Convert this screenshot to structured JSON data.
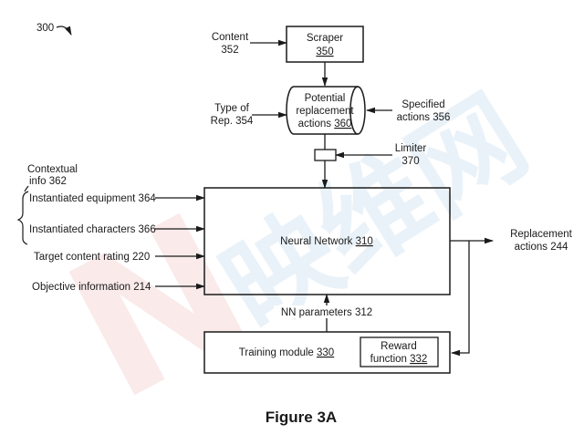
{
  "figure": {
    "reference_number": "300",
    "caption": "Figure 3A",
    "watermark": {
      "latin": "N",
      "cjk": "映维网",
      "colors": {
        "primary": "#3a86c8",
        "secondary": "#d83a3a"
      }
    }
  },
  "nodes": {
    "scraper": {
      "title": "Scraper",
      "ref": "350"
    },
    "potential_actions": {
      "line1": "Potential",
      "line2": "replacement",
      "line3_prefix": "actions ",
      "ref": "360"
    },
    "limiter": {
      "line1": "Limiter",
      "line2": "370"
    },
    "neural_network": {
      "title_prefix": "Neural Network ",
      "ref": "310"
    },
    "training_module": {
      "title_prefix": "Training module ",
      "ref": "330"
    },
    "reward_function": {
      "line1": "Reward",
      "line2_prefix": "function ",
      "ref": "332"
    }
  },
  "inputs": {
    "content": {
      "line1": "Content",
      "line2": "352"
    },
    "type_of_rep": {
      "line1": "Type of",
      "line2": "Rep. 354"
    },
    "specified_actions": {
      "line1": "Specified",
      "line2": "actions 356"
    },
    "contextual_info": {
      "line1": "Contextual",
      "line2": "info 362"
    },
    "instantiated_equipment": "Instantiated equipment 364",
    "instantiated_characters": "Instantiated characters 366",
    "target_content_rating": "Target content rating 220",
    "objective_information": "Objective information 214"
  },
  "edges": {
    "nn_parameters": "NN parameters 312"
  },
  "outputs": {
    "replacement_actions": {
      "line1": "Replacement",
      "line2": "actions 244"
    }
  }
}
